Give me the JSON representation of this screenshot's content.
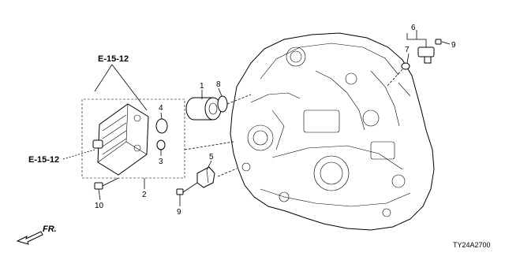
{
  "diagram": {
    "references": {
      "top": "E-15-12",
      "left": "E-15-12"
    },
    "callouts": [
      {
        "id": "c1",
        "label": "1"
      },
      {
        "id": "c2",
        "label": "2"
      },
      {
        "id": "c3",
        "label": "3"
      },
      {
        "id": "c4",
        "label": "4"
      },
      {
        "id": "c5",
        "label": "5"
      },
      {
        "id": "c6",
        "label": "6"
      },
      {
        "id": "c7",
        "label": "7"
      },
      {
        "id": "c8",
        "label": "8"
      },
      {
        "id": "c9a",
        "label": "9"
      },
      {
        "id": "c9b",
        "label": "9"
      },
      {
        "id": "c10",
        "label": "10"
      }
    ],
    "front_marker": "FR.",
    "diagram_code": "TY24A2700"
  }
}
